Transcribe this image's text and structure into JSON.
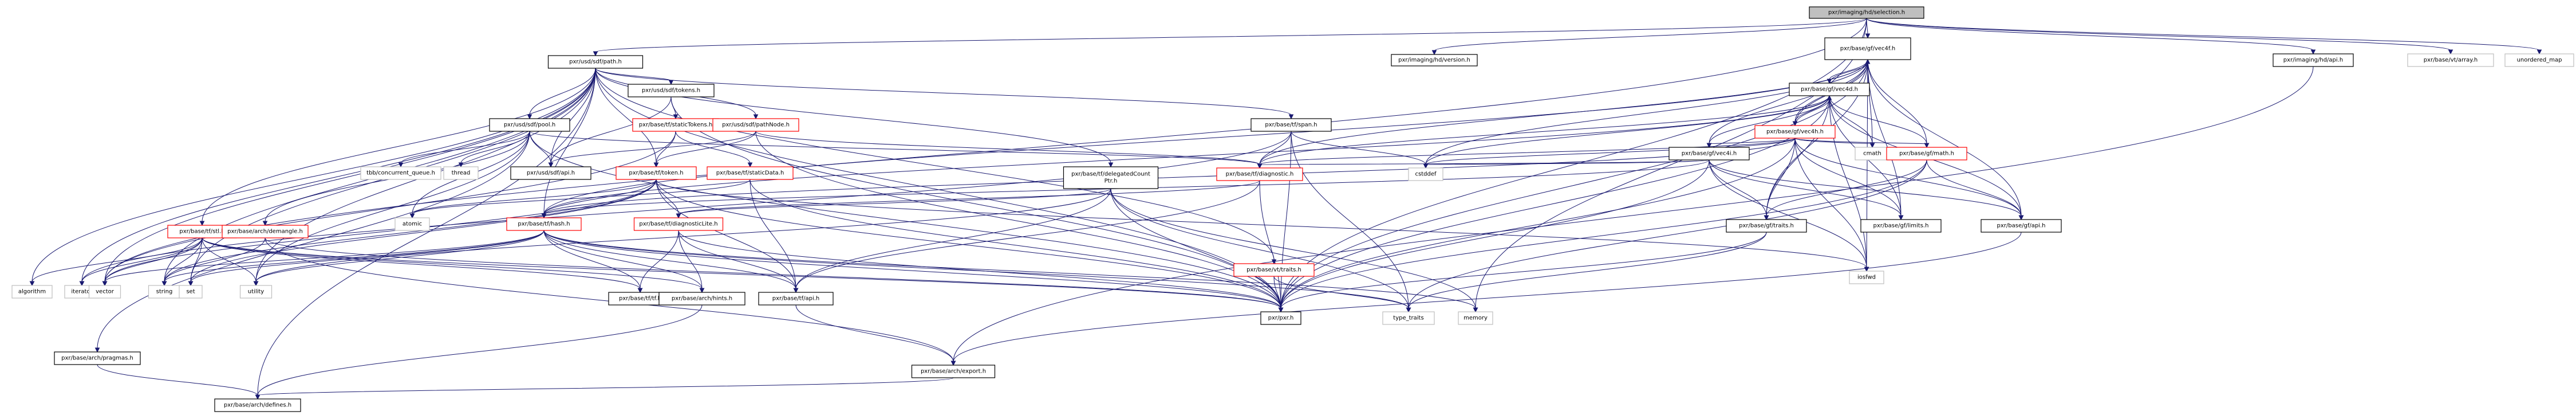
{
  "diagram": {
    "title": "pxr/imaging/hd/selection.h include dependency graph",
    "colors": {
      "edge": "#191970",
      "root_fill": "#bfbfbf",
      "root_border": "#000000",
      "normal_border": "#000000",
      "truncated_border": "#ff0000",
      "external_border": "#bfbfbf"
    },
    "nodes": [
      {
        "id": "root",
        "label": "pxr/imaging/hd/selection.h",
        "kind": "root"
      },
      {
        "id": "vec4f",
        "label": "pxr/base/gf/vec4f.h",
        "kind": "normal"
      },
      {
        "id": "hdversion",
        "label": "pxr/imaging/hd/version.h",
        "kind": "normal"
      },
      {
        "id": "vtarray",
        "label": "pxr/base/vt/array.h",
        "kind": "external"
      },
      {
        "id": "unordered_map",
        "label": "unordered_map",
        "kind": "external"
      },
      {
        "id": "hdapi",
        "label": "pxr/imaging/hd/api.h",
        "kind": "normal"
      },
      {
        "id": "sdfpath",
        "label": "pxr/usd/sdf/path.h",
        "kind": "normal"
      },
      {
        "id": "vec4d",
        "label": "pxr/base/gf/vec4d.h",
        "kind": "normal"
      },
      {
        "id": "sdftokens",
        "label": "pxr/usd/sdf/tokens.h",
        "kind": "normal"
      },
      {
        "id": "vec4h",
        "label": "pxr/base/gf/vec4h.h",
        "kind": "truncated"
      },
      {
        "id": "sdfpool",
        "label": "pxr/usd/sdf/pool.h",
        "kind": "normal"
      },
      {
        "id": "statictokens",
        "label": "pxr/base/tf/staticTokens.h",
        "kind": "truncated"
      },
      {
        "id": "pathnode",
        "label": "pxr/usd/sdf/pathNode.h",
        "kind": "truncated"
      },
      {
        "id": "span",
        "label": "pxr/base/tf/span.h",
        "kind": "normal"
      },
      {
        "id": "vec4i",
        "label": "pxr/base/gf/vec4i.h",
        "kind": "normal"
      },
      {
        "id": "cmath",
        "label": "cmath",
        "kind": "external"
      },
      {
        "id": "gfmath",
        "label": "pxr/base/gf/math.h",
        "kind": "truncated"
      },
      {
        "id": "tbbqueue",
        "label": "tbb/concurrent_queue.h",
        "kind": "external"
      },
      {
        "id": "thread",
        "label": "thread",
        "kind": "external"
      },
      {
        "id": "sdfapi",
        "label": "pxr/usd/sdf/api.h",
        "kind": "normal"
      },
      {
        "id": "token",
        "label": "pxr/base/tf/token.h",
        "kind": "truncated"
      },
      {
        "id": "staticdata",
        "label": "pxr/base/tf/staticData.h",
        "kind": "truncated"
      },
      {
        "id": "delegated",
        "label": "pxr/base/tf/delegatedCount\nPtr.h",
        "kind": "normal"
      },
      {
        "id": "diagnostic",
        "label": "pxr/base/tf/diagnostic.h",
        "kind": "truncated"
      },
      {
        "id": "cstddef",
        "label": "cstddef",
        "kind": "external"
      },
      {
        "id": "gftraits",
        "label": "pxr/base/gf/traits.h",
        "kind": "normal"
      },
      {
        "id": "gflimits",
        "label": "pxr/base/gf/limits.h",
        "kind": "normal"
      },
      {
        "id": "gfapi",
        "label": "pxr/base/gf/api.h",
        "kind": "normal"
      },
      {
        "id": "tfstl",
        "label": "pxr/base/tf/stl.h",
        "kind": "truncated"
      },
      {
        "id": "demangle",
        "label": "pxr/base/arch/demangle.h",
        "kind": "truncated"
      },
      {
        "id": "atomic",
        "label": "atomic",
        "kind": "external"
      },
      {
        "id": "tfhash",
        "label": "pxr/base/tf/hash.h",
        "kind": "truncated"
      },
      {
        "id": "diaglite",
        "label": "pxr/base/tf/diagnosticLite.h",
        "kind": "truncated"
      },
      {
        "id": "vttraits",
        "label": "pxr/base/vt/traits.h",
        "kind": "truncated"
      },
      {
        "id": "iosfwd",
        "label": "iosfwd",
        "kind": "external"
      },
      {
        "id": "algorithm",
        "label": "algorithm",
        "kind": "external"
      },
      {
        "id": "iterator",
        "label": "iterator",
        "kind": "external"
      },
      {
        "id": "vector",
        "label": "vector",
        "kind": "external"
      },
      {
        "id": "string",
        "label": "string",
        "kind": "external"
      },
      {
        "id": "set",
        "label": "set",
        "kind": "external"
      },
      {
        "id": "utility",
        "label": "utility",
        "kind": "external"
      },
      {
        "id": "tftf",
        "label": "pxr/base/tf/tf.h",
        "kind": "normal"
      },
      {
        "id": "hints",
        "label": "pxr/base/arch/hints.h",
        "kind": "normal"
      },
      {
        "id": "tfapi",
        "label": "pxr/base/tf/api.h",
        "kind": "normal"
      },
      {
        "id": "pxrh",
        "label": "pxr/pxr.h",
        "kind": "normal"
      },
      {
        "id": "type_traits",
        "label": "type_traits",
        "kind": "external"
      },
      {
        "id": "memory",
        "label": "memory",
        "kind": "external"
      },
      {
        "id": "pragmas",
        "label": "pxr/base/arch/pragmas.h",
        "kind": "normal"
      },
      {
        "id": "export",
        "label": "pxr/base/arch/export.h",
        "kind": "normal"
      },
      {
        "id": "defines",
        "label": "pxr/base/arch/defines.h",
        "kind": "normal"
      }
    ],
    "edges": [
      [
        "root",
        "vec4f"
      ],
      [
        "root",
        "hdversion"
      ],
      [
        "root",
        "vtarray"
      ],
      [
        "root",
        "unordered_map"
      ],
      [
        "root",
        "hdapi"
      ],
      [
        "root",
        "sdfpath"
      ],
      [
        "root",
        "pxrh"
      ],
      [
        "root",
        "vector"
      ],
      [
        "root",
        "memory"
      ],
      [
        "hdapi",
        "export"
      ],
      [
        "vec4f",
        "vec4d"
      ],
      [
        "vec4f",
        "vec4h"
      ],
      [
        "vec4f",
        "vec4i"
      ],
      [
        "vec4f",
        "cmath"
      ],
      [
        "vec4f",
        "gfmath"
      ],
      [
        "vec4f",
        "gfapi"
      ],
      [
        "vec4f",
        "gflimits"
      ],
      [
        "vec4f",
        "gftraits"
      ],
      [
        "vec4f",
        "cstddef"
      ],
      [
        "vec4f",
        "iosfwd"
      ],
      [
        "vec4f",
        "pxrh"
      ],
      [
        "vec4f",
        "diagnostic"
      ],
      [
        "vec4f",
        "tfhash"
      ],
      [
        "vec4d",
        "vec4f"
      ],
      [
        "vec4d",
        "vec4h"
      ],
      [
        "vec4d",
        "vec4i"
      ],
      [
        "vec4d",
        "cmath"
      ],
      [
        "vec4d",
        "gfmath"
      ],
      [
        "vec4d",
        "gfapi"
      ],
      [
        "vec4d",
        "gflimits"
      ],
      [
        "vec4d",
        "gftraits"
      ],
      [
        "vec4d",
        "cstddef"
      ],
      [
        "vec4d",
        "iosfwd"
      ],
      [
        "vec4d",
        "pxrh"
      ],
      [
        "vec4d",
        "diagnostic"
      ],
      [
        "vec4d",
        "tfhash"
      ],
      [
        "vec4h",
        "vec4d"
      ],
      [
        "vec4h",
        "vec4f"
      ],
      [
        "vec4h",
        "vec4i"
      ],
      [
        "vec4h",
        "cmath"
      ],
      [
        "vec4h",
        "gfmath"
      ],
      [
        "vec4h",
        "gfapi"
      ],
      [
        "vec4h",
        "gflimits"
      ],
      [
        "vec4h",
        "gftraits"
      ],
      [
        "vec4h",
        "cstddef"
      ],
      [
        "vec4h",
        "iosfwd"
      ],
      [
        "vec4h",
        "pxrh"
      ],
      [
        "vec4h",
        "diagnostic"
      ],
      [
        "vec4h",
        "tfhash"
      ],
      [
        "vec4i",
        "gfapi"
      ],
      [
        "vec4i",
        "gflimits"
      ],
      [
        "vec4i",
        "gftraits"
      ],
      [
        "vec4i",
        "cstddef"
      ],
      [
        "vec4i",
        "iosfwd"
      ],
      [
        "vec4i",
        "pxrh"
      ],
      [
        "vec4i",
        "diagnostic"
      ],
      [
        "vec4i",
        "tfhash"
      ],
      [
        "gfmath",
        "gftraits"
      ],
      [
        "gfmath",
        "gfapi"
      ],
      [
        "gfmath",
        "pxrh"
      ],
      [
        "gfmath",
        "type_traits"
      ],
      [
        "gftraits",
        "pxrh"
      ],
      [
        "gftraits",
        "type_traits"
      ],
      [
        "gfapi",
        "export"
      ],
      [
        "sdfpath",
        "sdftokens"
      ],
      [
        "sdfpath",
        "sdfpool"
      ],
      [
        "sdfpath",
        "sdfapi"
      ],
      [
        "sdfpath",
        "pathnode"
      ],
      [
        "sdfpath",
        "token"
      ],
      [
        "sdfpath",
        "tfstl"
      ],
      [
        "sdfpath",
        "span"
      ],
      [
        "sdfpath",
        "delegated"
      ],
      [
        "sdfpath",
        "vttraits"
      ],
      [
        "sdfpath",
        "pxrh"
      ],
      [
        "sdfpath",
        "algorithm"
      ],
      [
        "sdfpath",
        "iterator"
      ],
      [
        "sdfpath",
        "vector"
      ],
      [
        "sdfpath",
        "string"
      ],
      [
        "sdfpath",
        "set"
      ],
      [
        "sdfpath",
        "utility"
      ],
      [
        "sdfpath",
        "tfhash"
      ],
      [
        "sdfpath",
        "defines"
      ],
      [
        "sdftokens",
        "sdfapi"
      ],
      [
        "sdftokens",
        "statictokens"
      ],
      [
        "sdftokens",
        "pxrh"
      ],
      [
        "statictokens",
        "token"
      ],
      [
        "statictokens",
        "staticdata"
      ],
      [
        "statictokens",
        "vector"
      ],
      [
        "pathnode",
        "sdfapi"
      ],
      [
        "pathnode",
        "token"
      ],
      [
        "pathnode",
        "pxrh"
      ],
      [
        "pathnode",
        "diagnostic"
      ],
      [
        "sdfpool",
        "sdfapi"
      ],
      [
        "sdfpool",
        "tbbqueue"
      ],
      [
        "sdfpool",
        "thread"
      ],
      [
        "sdfpool",
        "atomic"
      ],
      [
        "sdfpool",
        "demangle"
      ],
      [
        "sdfpool",
        "diagnostic"
      ],
      [
        "sdfpool",
        "pragmas"
      ],
      [
        "sdfpool",
        "pxrh"
      ],
      [
        "sdfpool",
        "utility"
      ],
      [
        "span",
        "diagnostic"
      ],
      [
        "span",
        "pxrh"
      ],
      [
        "span",
        "cstddef"
      ],
      [
        "span",
        "iterator"
      ],
      [
        "span",
        "type_traits"
      ],
      [
        "token",
        "tfhash"
      ],
      [
        "token",
        "diaglite"
      ],
      [
        "token",
        "tfapi"
      ],
      [
        "token",
        "pxrh"
      ],
      [
        "token",
        "string"
      ],
      [
        "token",
        "vector"
      ],
      [
        "token",
        "set"
      ],
      [
        "token",
        "iosfwd"
      ],
      [
        "token",
        "atomic"
      ],
      [
        "staticdata",
        "pxrh"
      ],
      [
        "staticdata",
        "atomic"
      ],
      [
        "staticdata",
        "tfapi"
      ],
      [
        "delegated",
        "diaglite"
      ],
      [
        "delegated",
        "pxrh"
      ],
      [
        "delegated",
        "memory"
      ],
      [
        "delegated",
        "type_traits"
      ],
      [
        "delegated",
        "utility"
      ],
      [
        "delegated",
        "tfapi"
      ],
      [
        "diagnostic",
        "diaglite"
      ],
      [
        "diagnostic",
        "tfapi"
      ],
      [
        "diagnostic",
        "pxrh"
      ],
      [
        "tfstl",
        "tftf"
      ],
      [
        "tfstl",
        "hints"
      ],
      [
        "tfstl",
        "iterator"
      ],
      [
        "tfstl",
        "vector"
      ],
      [
        "tfstl",
        "set"
      ],
      [
        "tfstl",
        "utility"
      ],
      [
        "tfstl",
        "string"
      ],
      [
        "tfstl",
        "algorithm"
      ],
      [
        "tfstl",
        "pxrh"
      ],
      [
        "demangle",
        "string"
      ],
      [
        "demangle",
        "pxrh"
      ],
      [
        "demangle",
        "export"
      ],
      [
        "tfhash",
        "tfapi"
      ],
      [
        "tfhash",
        "tftf"
      ],
      [
        "tfhash",
        "hints"
      ],
      [
        "tfhash",
        "pxrh"
      ],
      [
        "tfhash",
        "type_traits"
      ],
      [
        "tfhash",
        "memory"
      ],
      [
        "tfhash",
        "set"
      ],
      [
        "tfhash",
        "vector"
      ],
      [
        "tfhash",
        "string"
      ],
      [
        "tfhash",
        "utility"
      ],
      [
        "diaglite",
        "tfapi"
      ],
      [
        "diaglite",
        "hints"
      ],
      [
        "diaglite",
        "pxrh"
      ],
      [
        "diaglite",
        "tftf"
      ],
      [
        "vttraits",
        "pxrh"
      ],
      [
        "vttraits",
        "type_traits"
      ],
      [
        "tfapi",
        "export"
      ],
      [
        "hints",
        "defines"
      ],
      [
        "pragmas",
        "defines"
      ],
      [
        "export",
        "defines"
      ]
    ]
  }
}
